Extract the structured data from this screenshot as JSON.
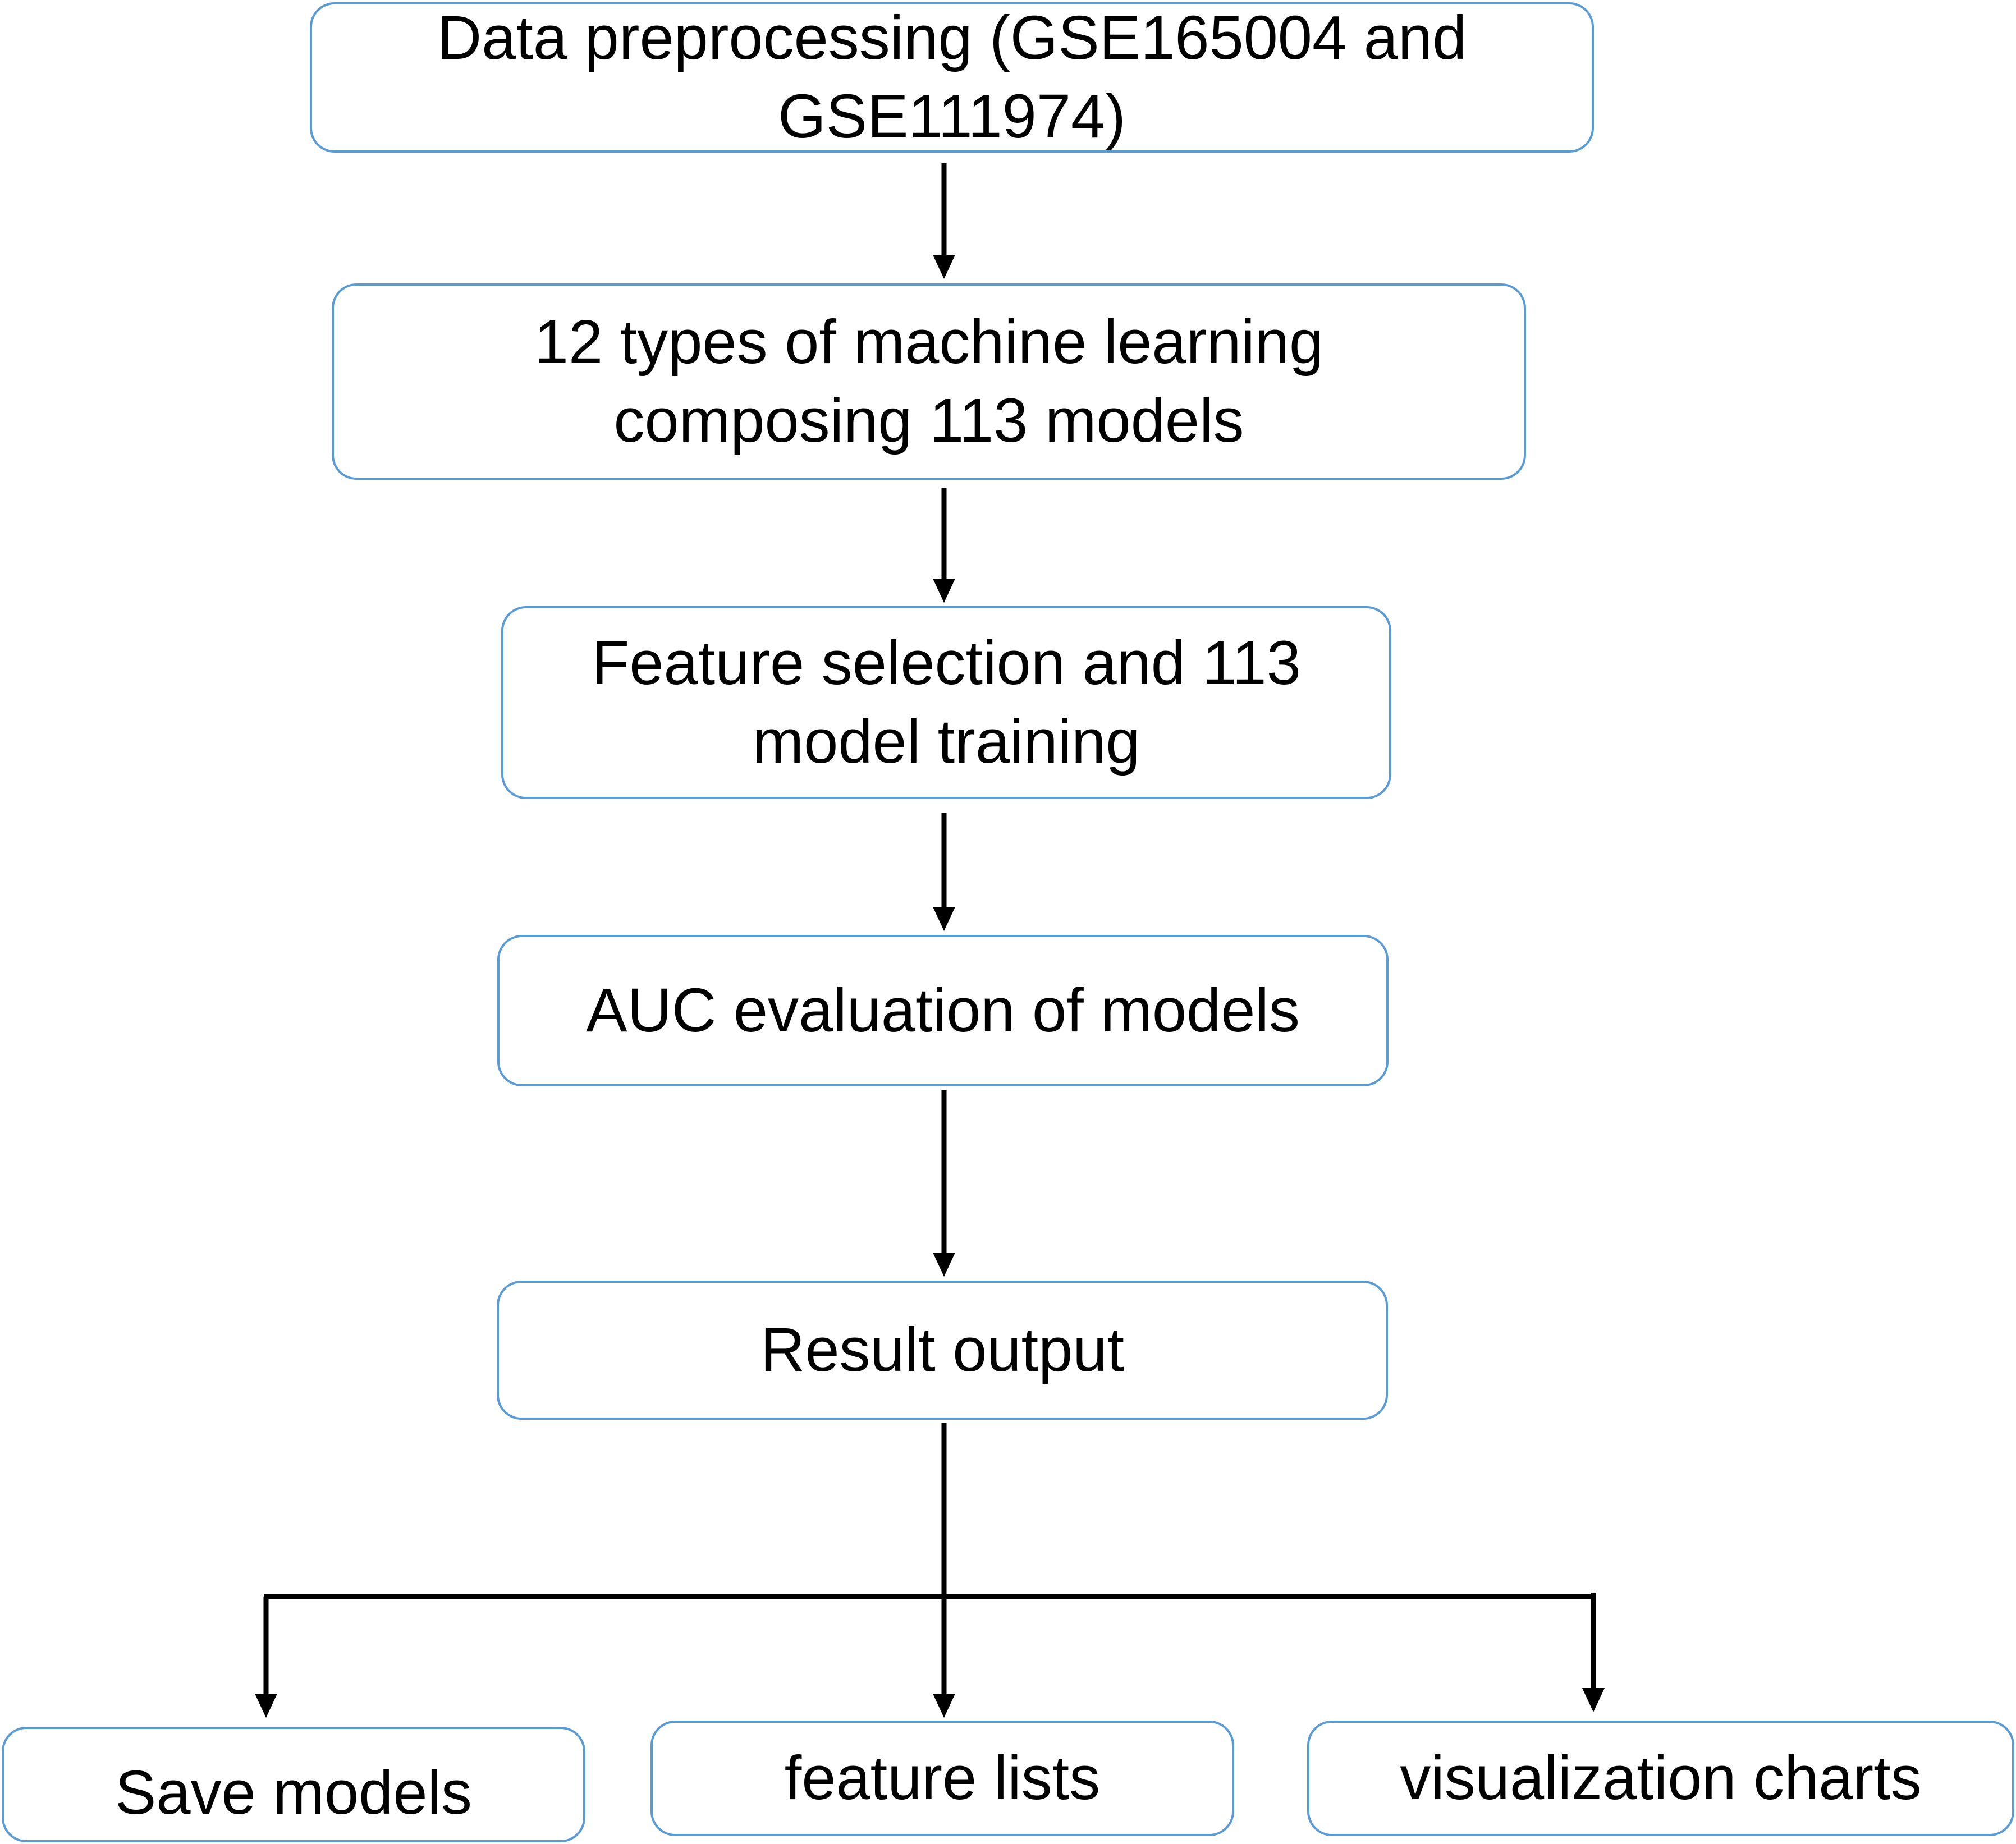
{
  "colors": {
    "box_border": "#5b9bd5",
    "arrow": "#000000",
    "background": "#ffffff"
  },
  "steps": {
    "preprocess": "Data preprocessing (GSE165004 and\nGSE111974)",
    "ml_types": "12 types of machine learning\ncomposing 113 models",
    "feature_training": "Feature selection and 113\nmodel training",
    "auc": "AUC evaluation of models",
    "result": "Result output"
  },
  "outputs": {
    "save_models": "Save models",
    "feature_lists": "feature lists",
    "visualization_charts": "visualization charts"
  }
}
